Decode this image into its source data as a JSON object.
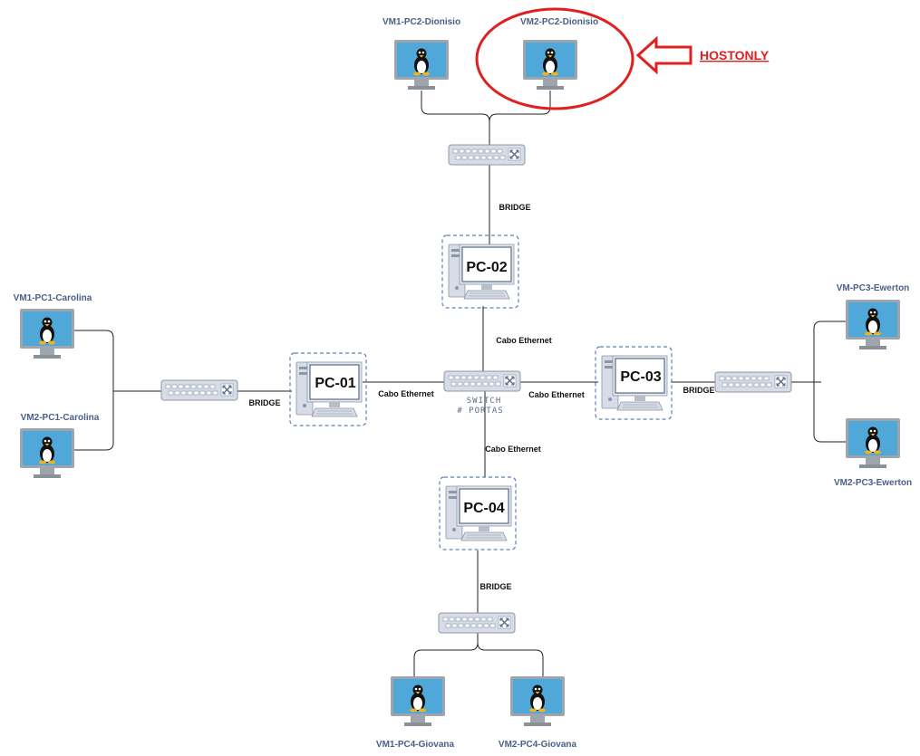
{
  "vms": {
    "pc2_vm1": "VM1-PC2-Dionisio",
    "pc2_vm2": "VM2-PC2-Dionisio",
    "pc1_vm1": "VM1-PC1-Carolina",
    "pc1_vm2": "VM2-PC1-Carolina",
    "pc3_vm1": "VM-PC3-Ewerton",
    "pc3_vm2": "VM2-PC3-Ewerton",
    "pc4_vm1": "VM1-PC4-Giovana",
    "pc4_vm2": "VM2-PC4-Giovana"
  },
  "hosts": {
    "pc01": "PC-01",
    "pc02": "PC-02",
    "pc03": "PC-03",
    "pc04": "PC-04"
  },
  "links": {
    "bridge_pc2": "BRIDGE",
    "bridge_pc1": "BRIDGE",
    "bridge_pc3": "BRIDGE",
    "bridge_pc4": "BRIDGE",
    "eth_pc2": "Cabo Ethernet",
    "eth_pc1": "Cabo Ethernet",
    "eth_pc3": "Cabo Ethernet",
    "eth_pc4": "Cabo Ethernet"
  },
  "central_switch": {
    "line1": "SWITCH",
    "line2": "# PORTAS"
  },
  "annotation": {
    "text": "HOSTONLY",
    "color": "#e02020"
  },
  "colors": {
    "vm_screen": "#4fa8d8",
    "monitor_frame": "#9ea5ad",
    "switch_body": "#d7dce6",
    "label_blue": "#4a5f86"
  },
  "icons": {
    "vm": "linux-penguin-monitor-icon",
    "switch": "network-switch-icon",
    "host": "desktop-computer-icon",
    "arrow": "left-arrow-icon"
  }
}
